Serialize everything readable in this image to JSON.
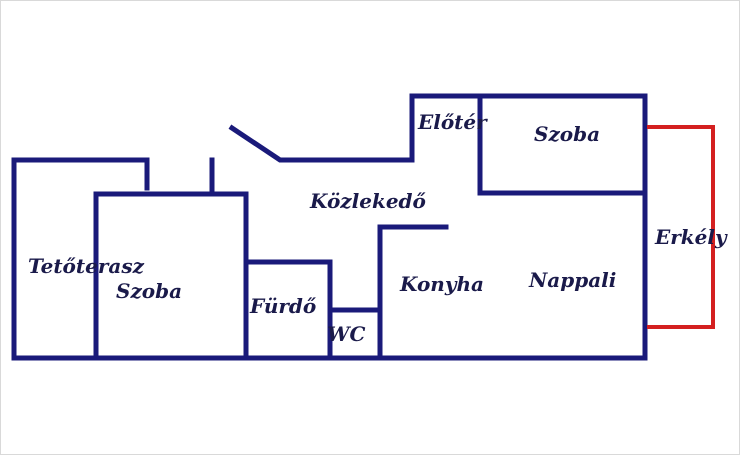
{
  "colors": {
    "wall": "#1a1a7a",
    "balcony": "#d42020",
    "label": "#1a1a4a",
    "background": "#ffffff"
  },
  "rooms": {
    "eloter": "Előtér",
    "szoba_top": "Szoba",
    "kozleked": "Közlekedő",
    "erkely": "Erkély",
    "tetoterasz": "Tetőterasz",
    "szoba_left": "Szoba",
    "furdo": "Fürdő",
    "konyha": "Konyha",
    "nappali": "Nappali",
    "wc": "WC"
  }
}
